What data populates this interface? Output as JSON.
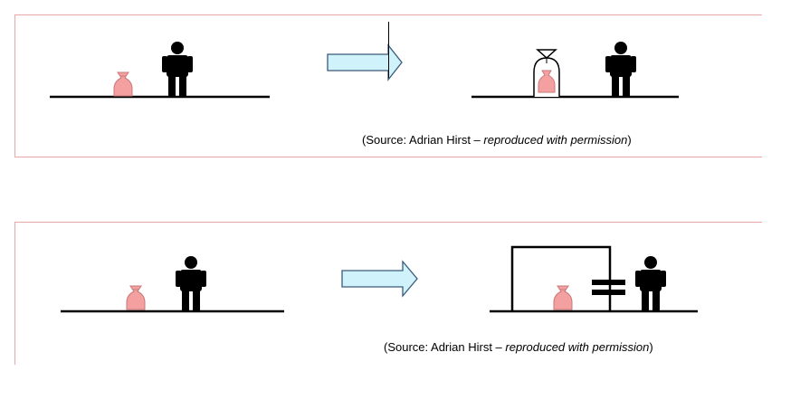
{
  "panels": [
    {
      "caption": {
        "prefix": "(Source: Adrian Hirst – ",
        "italic": "reproduced with permission",
        "suffix": ")"
      }
    },
    {
      "caption": {
        "prefix": "(Source: Adrian Hirst – ",
        "italic": "reproduced with permission",
        "suffix": ")"
      }
    }
  ],
  "colors": {
    "panel_border": "#e8a8a8",
    "source_fill": "#f4a0a0",
    "arrow_fill": "#cff2fb",
    "arrow_stroke": "#3a5a7a",
    "ink": "#000000"
  },
  "icons": [
    "radioactive-source-icon",
    "person-icon",
    "right-arrow-icon",
    "shielding-container-icon",
    "barrier-wall-icon"
  ]
}
